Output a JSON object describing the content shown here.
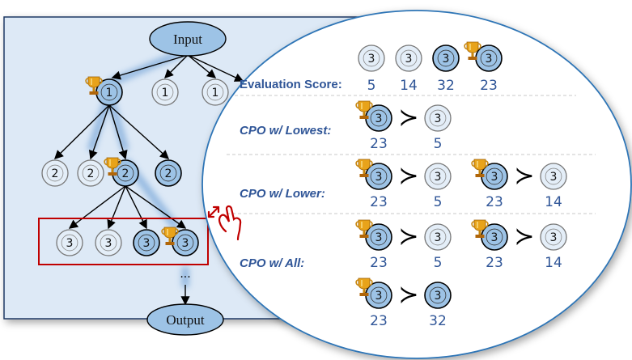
{
  "tree": {
    "input_label": "Input",
    "output_label": "Output",
    "ellipsis": "...",
    "levels": [
      {
        "label": "1",
        "nodes": [
          "light",
          "light",
          "light"
        ],
        "winner_index": 0,
        "selected": [
          0
        ]
      },
      {
        "label": "2",
        "nodes": [
          "light",
          "light",
          "selected",
          "selected"
        ],
        "winner_index": 2
      },
      {
        "label": "3",
        "nodes": [
          "light",
          "light",
          "selected",
          "selected"
        ],
        "winner_index": 3
      }
    ]
  },
  "zoom_panel": {
    "rows": [
      {
        "label": "Evaluation Score:",
        "italic": false
      },
      {
        "label": "CPO w/ Lowest:",
        "italic": true
      },
      {
        "label": "CPO w/ Lower:",
        "italic": true
      },
      {
        "label": "CPO w/ All:",
        "italic": true
      }
    ],
    "node_label": "3",
    "evaluation_scores": [
      "5",
      "14",
      "32",
      "23"
    ],
    "pairs": {
      "lowest": [
        [
          "23",
          "5"
        ]
      ],
      "lower": [
        [
          "23",
          "5"
        ],
        [
          "23",
          "14"
        ]
      ],
      "all": [
        [
          "23",
          "5"
        ],
        [
          "23",
          "14"
        ],
        [
          "23",
          "32"
        ]
      ]
    },
    "prefer_symbol": "≻"
  },
  "colors": {
    "panel_bg": "#dde9f6",
    "node_selected": "#9dc3e6",
    "node_light": "#e4eef8",
    "label_blue": "#2f5597",
    "red_box": "#c00000",
    "circle_border": "#2e75b6"
  }
}
